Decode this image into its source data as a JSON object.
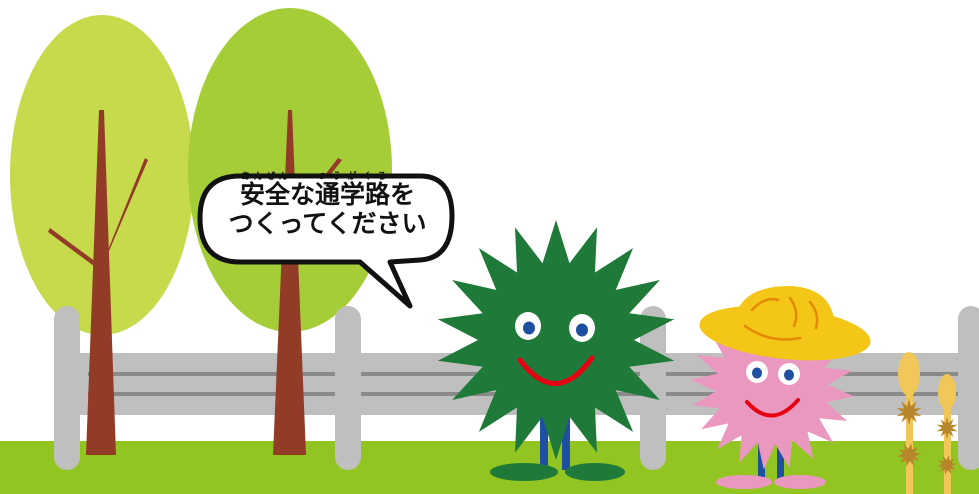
{
  "speech_bubble": {
    "line1": [
      {
        "text": "安全",
        "reading": "あんぜん"
      },
      {
        "text": "な",
        "reading": ""
      },
      {
        "text": "通学路",
        "reading": "つうがくろ"
      },
      {
        "text": "を",
        "reading": ""
      }
    ],
    "line2": "つくってください"
  },
  "colors": {
    "grass": "#93c522",
    "tree_light": "#c6da4c",
    "tree_mid": "#a4cd38",
    "trunk": "#923b27",
    "fence": "#bfbfbf",
    "fence_dark": "#8a8a8a",
    "green_character": "#1f7a3a",
    "pink_character": "#eb98c0",
    "hat": "#f3c618",
    "mouth": "#e60012",
    "legs": "#1f4fa0",
    "sprout": "#f1c75a"
  },
  "icons": [
    "tree-icon",
    "fence-icon",
    "speech-bubble-icon",
    "green-spiky-character-icon",
    "pink-spiky-character-icon",
    "straw-hat-icon",
    "sprout-icon"
  ]
}
